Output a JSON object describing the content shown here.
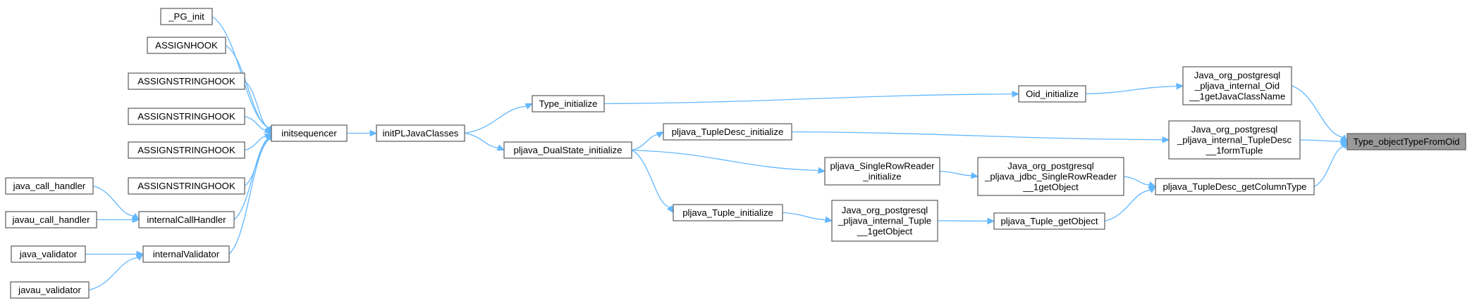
{
  "graph": {
    "nodes": [
      {
        "id": "pg_init",
        "lines": [
          "_PG_init"
        ]
      },
      {
        "id": "assignhook",
        "lines": [
          "ASSIGNHOOK"
        ]
      },
      {
        "id": "ash1",
        "lines": [
          "ASSIGNSTRINGHOOK"
        ]
      },
      {
        "id": "ash2",
        "lines": [
          "ASSIGNSTRINGHOOK"
        ]
      },
      {
        "id": "ash3",
        "lines": [
          "ASSIGNSTRINGHOOK"
        ]
      },
      {
        "id": "ash4",
        "lines": [
          "ASSIGNSTRINGHOOK"
        ]
      },
      {
        "id": "java_call_handler",
        "lines": [
          "java_call_handler"
        ]
      },
      {
        "id": "javau_call_handler",
        "lines": [
          "javau_call_handler"
        ]
      },
      {
        "id": "java_validator",
        "lines": [
          "java_validator"
        ]
      },
      {
        "id": "javau_validator",
        "lines": [
          "javau_validator"
        ]
      },
      {
        "id": "internalCallHandler",
        "lines": [
          "internalCallHandler"
        ]
      },
      {
        "id": "internalValidator",
        "lines": [
          "internalValidator"
        ]
      },
      {
        "id": "initsequencer",
        "lines": [
          "initsequencer"
        ]
      },
      {
        "id": "initPLJavaClasses",
        "lines": [
          "initPLJavaClasses"
        ]
      },
      {
        "id": "Type_initialize",
        "lines": [
          "Type_initialize"
        ]
      },
      {
        "id": "pljava_DualState_initialize",
        "lines": [
          "pljava_DualState_initialize"
        ]
      },
      {
        "id": "pljava_TupleDesc_initialize",
        "lines": [
          "pljava_TupleDesc_initialize"
        ]
      },
      {
        "id": "pljava_Tuple_initialize",
        "lines": [
          "pljava_Tuple_initialize"
        ]
      },
      {
        "id": "pljava_SingleRowReader_initialize",
        "lines": [
          "pljava_SingleRowReader",
          "_initialize"
        ]
      },
      {
        "id": "Java_Tuple_getObject",
        "lines": [
          "Java_org_postgresql",
          "_pljava_internal_Tuple",
          "__1getObject"
        ]
      },
      {
        "id": "Oid_initialize",
        "lines": [
          "Oid_initialize"
        ]
      },
      {
        "id": "Java_SingleRowReader_getObject",
        "lines": [
          "Java_org_postgresql",
          "_pljava_jdbc_SingleRowReader",
          "__1getObject"
        ]
      },
      {
        "id": "pljava_Tuple_getObject",
        "lines": [
          "pljava_Tuple_getObject"
        ]
      },
      {
        "id": "Java_Oid_getJavaClassName",
        "lines": [
          "Java_org_postgresql",
          "_pljava_internal_Oid",
          "__1getJavaClassName"
        ]
      },
      {
        "id": "Java_TupleDesc_formTuple",
        "lines": [
          "Java_org_postgresql",
          "_pljava_internal_TupleDesc",
          "__1formTuple"
        ]
      },
      {
        "id": "pljava_TupleDesc_getColumnType",
        "lines": [
          "pljava_TupleDesc_getColumnType"
        ]
      },
      {
        "id": "Type_objectTypeFromOid",
        "lines": [
          "Type_objectTypeFromOid"
        ]
      }
    ],
    "root": "Type_objectTypeFromOid",
    "colors": {
      "edge": "#63b8ff",
      "border": "#666666",
      "root_fill": "#999999",
      "node_fill": "#ffffff"
    }
  }
}
